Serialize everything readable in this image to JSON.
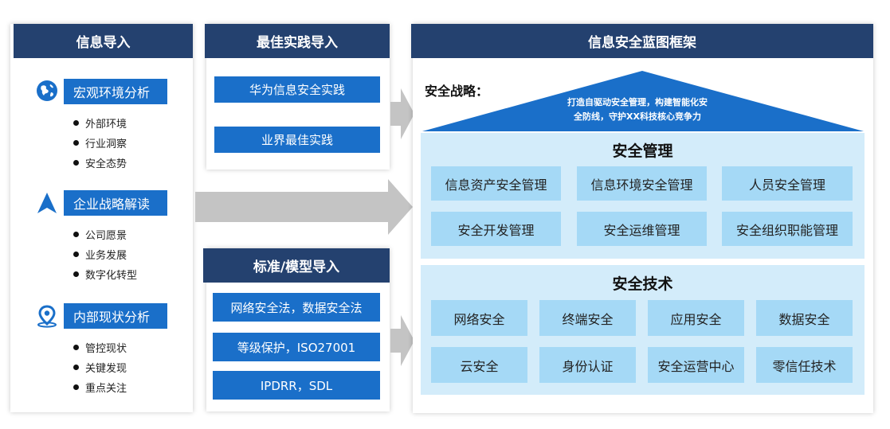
{
  "info_import": {
    "title": "信息导入",
    "sections": [
      {
        "icon": "globe-icon",
        "label": "宏观环境分析",
        "items": [
          "外部环境",
          "行业洞察",
          "安全态势"
        ]
      },
      {
        "icon": "arrow-up-icon",
        "label": "企业战略解读",
        "items": [
          "公司愿景",
          "业务发展",
          "数字化转型"
        ]
      },
      {
        "icon": "location-pin-icon",
        "label": "内部现状分析",
        "items": [
          "管控现状",
          "关键发现",
          "重点关注"
        ]
      }
    ]
  },
  "best_practice": {
    "title": "最佳实践导入",
    "items": [
      "华为信息安全实践",
      "业界最佳实践"
    ]
  },
  "standards": {
    "title": "标准/模型导入",
    "items": [
      "网络安全法，数据安全法",
      "等级保护，ISO27001",
      "IPDRR，SDL"
    ]
  },
  "framework": {
    "title": "信息安全蓝图框架",
    "strategy_label": "安全战略：",
    "strategy_text": [
      "打造自驱动安全管理，构建智能化安",
      "全防线，守护XX科技核心竞争力"
    ],
    "management": {
      "title": "安全管理",
      "items": [
        "信息资产安全管理",
        "信息环境安全管理",
        "人员安全管理",
        "安全开发管理",
        "安全运维管理",
        "安全组织职能管理"
      ]
    },
    "technology": {
      "title": "安全技术",
      "items": [
        "网络安全",
        "终端安全",
        "应用安全",
        "数据安全",
        "云安全",
        "身份认证",
        "安全运营中心",
        "零信任技术"
      ]
    }
  },
  "colors": {
    "header_navy": "#24416f",
    "button_blue": "#1a6fc9",
    "light_panel": "#d3ecfa",
    "light_box": "#a5d9f6",
    "arrow_gray": "#c4c4c4"
  }
}
